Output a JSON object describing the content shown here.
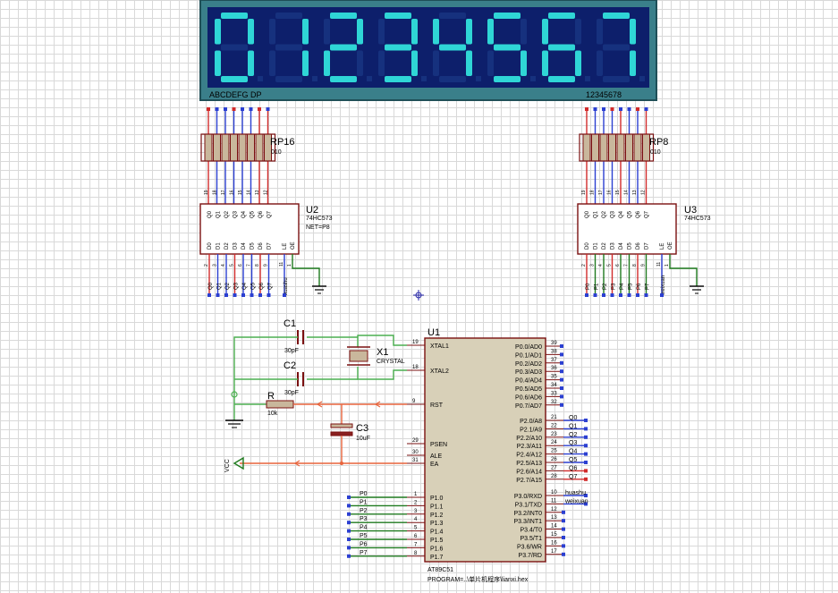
{
  "display": {
    "digits": [
      "0",
      "1",
      "2",
      "3",
      "4",
      "5",
      "6",
      "7"
    ],
    "left_caption": "ABCDEFG DP",
    "right_caption": "12345678",
    "colors": {
      "frame": "#3a7f8a",
      "panel": "#0d1f6b",
      "segment": "#2fd6d6"
    }
  },
  "rp_left": {
    "ref": "RP16",
    "value": "010"
  },
  "rp_right": {
    "ref": "RP8",
    "value": "010"
  },
  "u2": {
    "ref": "U2",
    "part": "74HC573",
    "attr": "NET=P8",
    "q_pins": [
      "Q0",
      "Q1",
      "Q2",
      "Q3",
      "Q4",
      "Q5",
      "Q6",
      "Q7"
    ],
    "q_nums": [
      "19",
      "18",
      "17",
      "16",
      "15",
      "14",
      "13",
      "12"
    ],
    "d_pins": [
      "D0",
      "D1",
      "D2",
      "D3",
      "D4",
      "D5",
      "D6",
      "D7"
    ],
    "d_nums": [
      "2",
      "3",
      "4",
      "5",
      "6",
      "7",
      "8",
      "9"
    ],
    "le": "LE",
    "oe": "OE",
    "le_num": "11",
    "oe_num": "1",
    "bus_labels": [
      "Q0",
      "Q1",
      "Q2",
      "Q3",
      "Q4",
      "Q5",
      "Q6",
      "Q7"
    ],
    "le_label": "huashu"
  },
  "u3": {
    "ref": "U3",
    "part": "74HC573",
    "q_pins": [
      "Q0",
      "Q1",
      "Q2",
      "Q3",
      "Q4",
      "Q5",
      "Q6",
      "Q7"
    ],
    "q_nums": [
      "19",
      "18",
      "17",
      "16",
      "15",
      "14",
      "13",
      "12"
    ],
    "d_pins": [
      "D0",
      "D1",
      "D2",
      "D3",
      "D4",
      "D5",
      "D6",
      "D7"
    ],
    "d_nums": [
      "2",
      "3",
      "4",
      "5",
      "6",
      "7",
      "8",
      "9"
    ],
    "le": "LE",
    "oe": "OE",
    "le_num": "11",
    "oe_num": "1",
    "bus_labels": [
      "P0",
      "P1",
      "P2",
      "P3",
      "P4",
      "P5",
      "P6",
      "P7"
    ],
    "le_label": "weixuan"
  },
  "c1": {
    "ref": "C1",
    "value": "30pF"
  },
  "c2": {
    "ref": "C2",
    "value": "30pF"
  },
  "c3": {
    "ref": "C3",
    "value": "10uF"
  },
  "x1": {
    "ref": "X1",
    "value": "CRYSTAL"
  },
  "r": {
    "ref": "R",
    "value": "10k"
  },
  "vcc": "VCC",
  "u1": {
    "ref": "U1",
    "part": "AT89C51",
    "program": "PROGRAM=..\\单片机程序\\lianxi.hex",
    "left_pins": [
      {
        "name": "XTAL1",
        "num": "19"
      },
      {
        "name": "XTAL2",
        "num": "18"
      },
      {
        "name": "RST",
        "num": "9"
      },
      {
        "name": "PSEN",
        "num": "29"
      },
      {
        "name": "ALE",
        "num": "30"
      },
      {
        "name": "EA",
        "num": "31"
      }
    ],
    "p1_pins": [
      "P1.0",
      "P1.1",
      "P1.2",
      "P1.3",
      "P1.4",
      "P1.5",
      "P1.6",
      "P1.7"
    ],
    "p1_nums": [
      "1",
      "2",
      "3",
      "4",
      "5",
      "6",
      "7",
      "8"
    ],
    "p1_labels": [
      "P0",
      "P1",
      "P2",
      "P3",
      "P4",
      "P5",
      "P6",
      "P7"
    ],
    "p0_pins": [
      "P0.0/AD0",
      "P0.1/AD1",
      "P0.2/AD2",
      "P0.3/AD3",
      "P0.4/AD4",
      "P0.5/AD5",
      "P0.6/AD6",
      "P0.7/AD7"
    ],
    "p0_nums": [
      "39",
      "38",
      "37",
      "36",
      "35",
      "34",
      "33",
      "32"
    ],
    "p2_pins": [
      "P2.0/A8",
      "P2.1/A9",
      "P2.2/A10",
      "P2.3/A11",
      "P2.4/A12",
      "P2.5/A13",
      "P2.6/A14",
      "P2.7/A15"
    ],
    "p2_nums": [
      "21",
      "22",
      "23",
      "24",
      "25",
      "26",
      "27",
      "28"
    ],
    "p2_labels": [
      "Q0",
      "Q1",
      "Q2",
      "Q3",
      "Q4",
      "Q5",
      "Q6",
      "Q7"
    ],
    "p3_pins": [
      "P3.0/RXD",
      "P3.1/TXD",
      "P3.2/INT0",
      "P3.3/INT1",
      "P3.4/T0",
      "P3.5/T1",
      "P3.6/WR",
      "P3.7/RD"
    ],
    "p3_nums": [
      "10",
      "11",
      "12",
      "13",
      "14",
      "15",
      "16",
      "17"
    ],
    "p3_labels": [
      "huashu",
      "weixuan"
    ]
  }
}
